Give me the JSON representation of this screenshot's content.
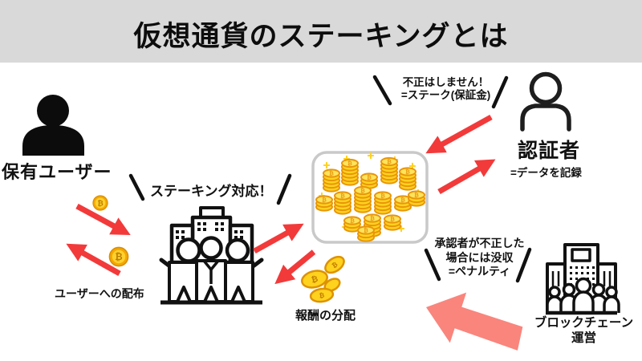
{
  "title": "仮想通貨のステーキングとは",
  "holder": {
    "label": "保有ユーザー",
    "distribution": "ユーザーへの配布"
  },
  "exchange": {
    "callout": "ステーキング対応！",
    "reward": "報酬の分配"
  },
  "validator": {
    "label": "認証者",
    "sub": "=データを記録",
    "callout1": "不正はしません！",
    "callout2": "=ステーク(保証金)"
  },
  "blockchain": {
    "label1": "ブロックチェーン",
    "label2": "運営",
    "callout1": "承認者が不正した",
    "callout2": "場合には没収",
    "callout3": "=ペナルティ"
  },
  "coins": {
    "symbol": "₿"
  },
  "colors": {
    "header_bg": "#d9d9d9",
    "text": "#111111",
    "arrow_red": "#f23a3a",
    "arrow_pink": "#f9857d",
    "coin_gold": "#ffd21e",
    "coin_edge": "#e8960a",
    "box_border": "#c9c9c9"
  }
}
